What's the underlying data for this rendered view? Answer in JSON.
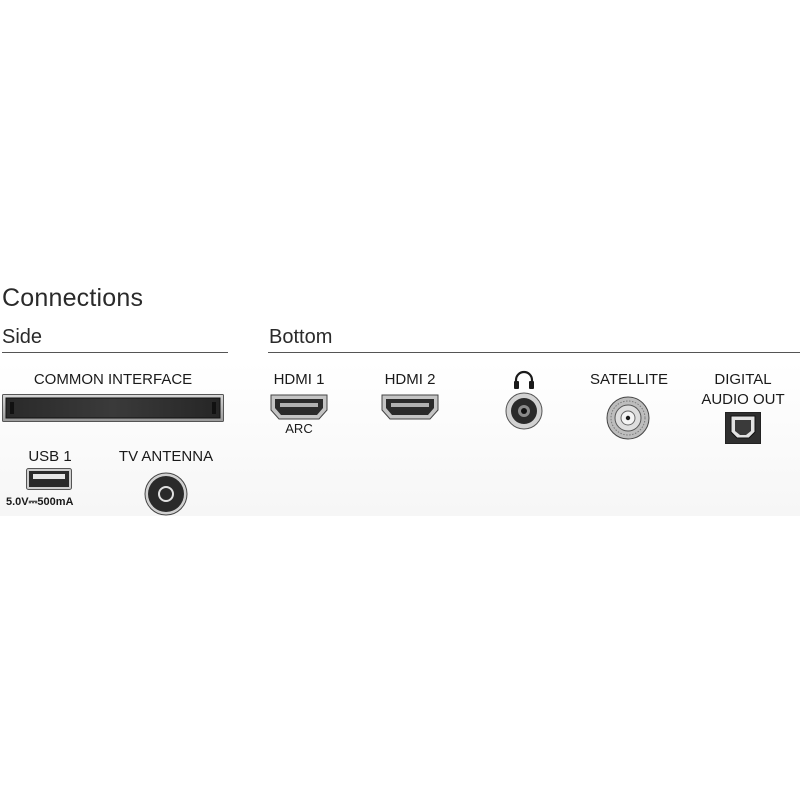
{
  "title": "Connections",
  "sections": {
    "side": "Side",
    "bottom": "Bottom"
  },
  "ports": {
    "common_interface": {
      "label": "COMMON INTERFACE",
      "icon": "ci-slot-icon"
    },
    "usb1": {
      "label": "USB 1",
      "sublabel": "5.0V⎓500mA",
      "icon": "usb-port-icon"
    },
    "tv_antenna": {
      "label": "TV ANTENNA",
      "icon": "antenna-port-icon"
    },
    "hdmi1": {
      "label": "HDMI 1",
      "sublabel": "ARC",
      "icon": "hdmi-port-icon"
    },
    "hdmi2": {
      "label": "HDMI 2",
      "icon": "hdmi-port-icon"
    },
    "headphone": {
      "icon": "headphone-icon",
      "jack_icon": "audio-jack-icon"
    },
    "satellite": {
      "label": "SATELLITE",
      "icon": "satellite-port-icon"
    },
    "digital_audio_out": {
      "label_line1": "DIGITAL",
      "label_line2": "AUDIO OUT",
      "icon": "optical-port-icon"
    }
  },
  "colors": {
    "port_dark": "#2b2b2b",
    "port_silver": "#c8c8c8",
    "text": "#1a1a1a"
  }
}
